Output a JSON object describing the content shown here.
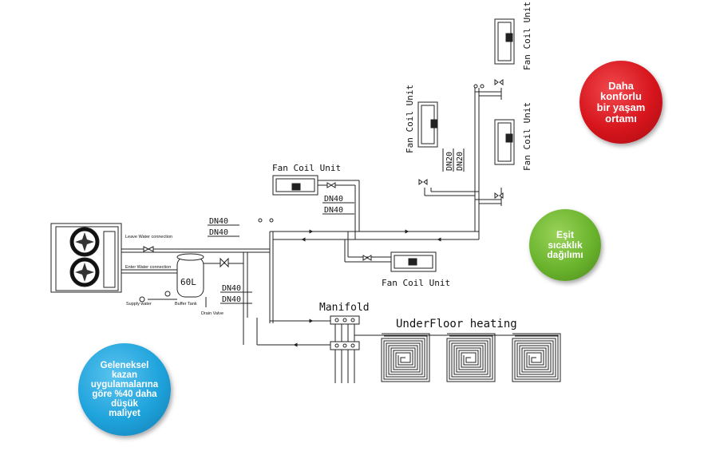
{
  "colors": {
    "red": "#d7141c",
    "green": "#6ab42d",
    "blue": "#1fa3dc",
    "line": "#222222"
  },
  "bubbles": {
    "red": [
      "Daha",
      "konforlu",
      "bir yaşam",
      "ortamı"
    ],
    "green": [
      "Eşit",
      "sıcaklık",
      "dağılımı"
    ],
    "blue": [
      "Geleneksel",
      "kazan",
      "uygulamalarına",
      "göre %40 daha",
      "düşük",
      "maliyet"
    ]
  },
  "labels": {
    "fan_coil": "Fan Coil Unit",
    "dn40": "DN40",
    "dn20": "DN20",
    "manifold": "Manifold",
    "underfloor": "UnderFloor heating",
    "tank": "60L",
    "leave_water": "Leave Water connection",
    "enter_water": "Enter Water connection",
    "supply_water": "Supply water",
    "buffer_tank": "Buffer Tank",
    "drain_valve": "Drain Valve"
  }
}
